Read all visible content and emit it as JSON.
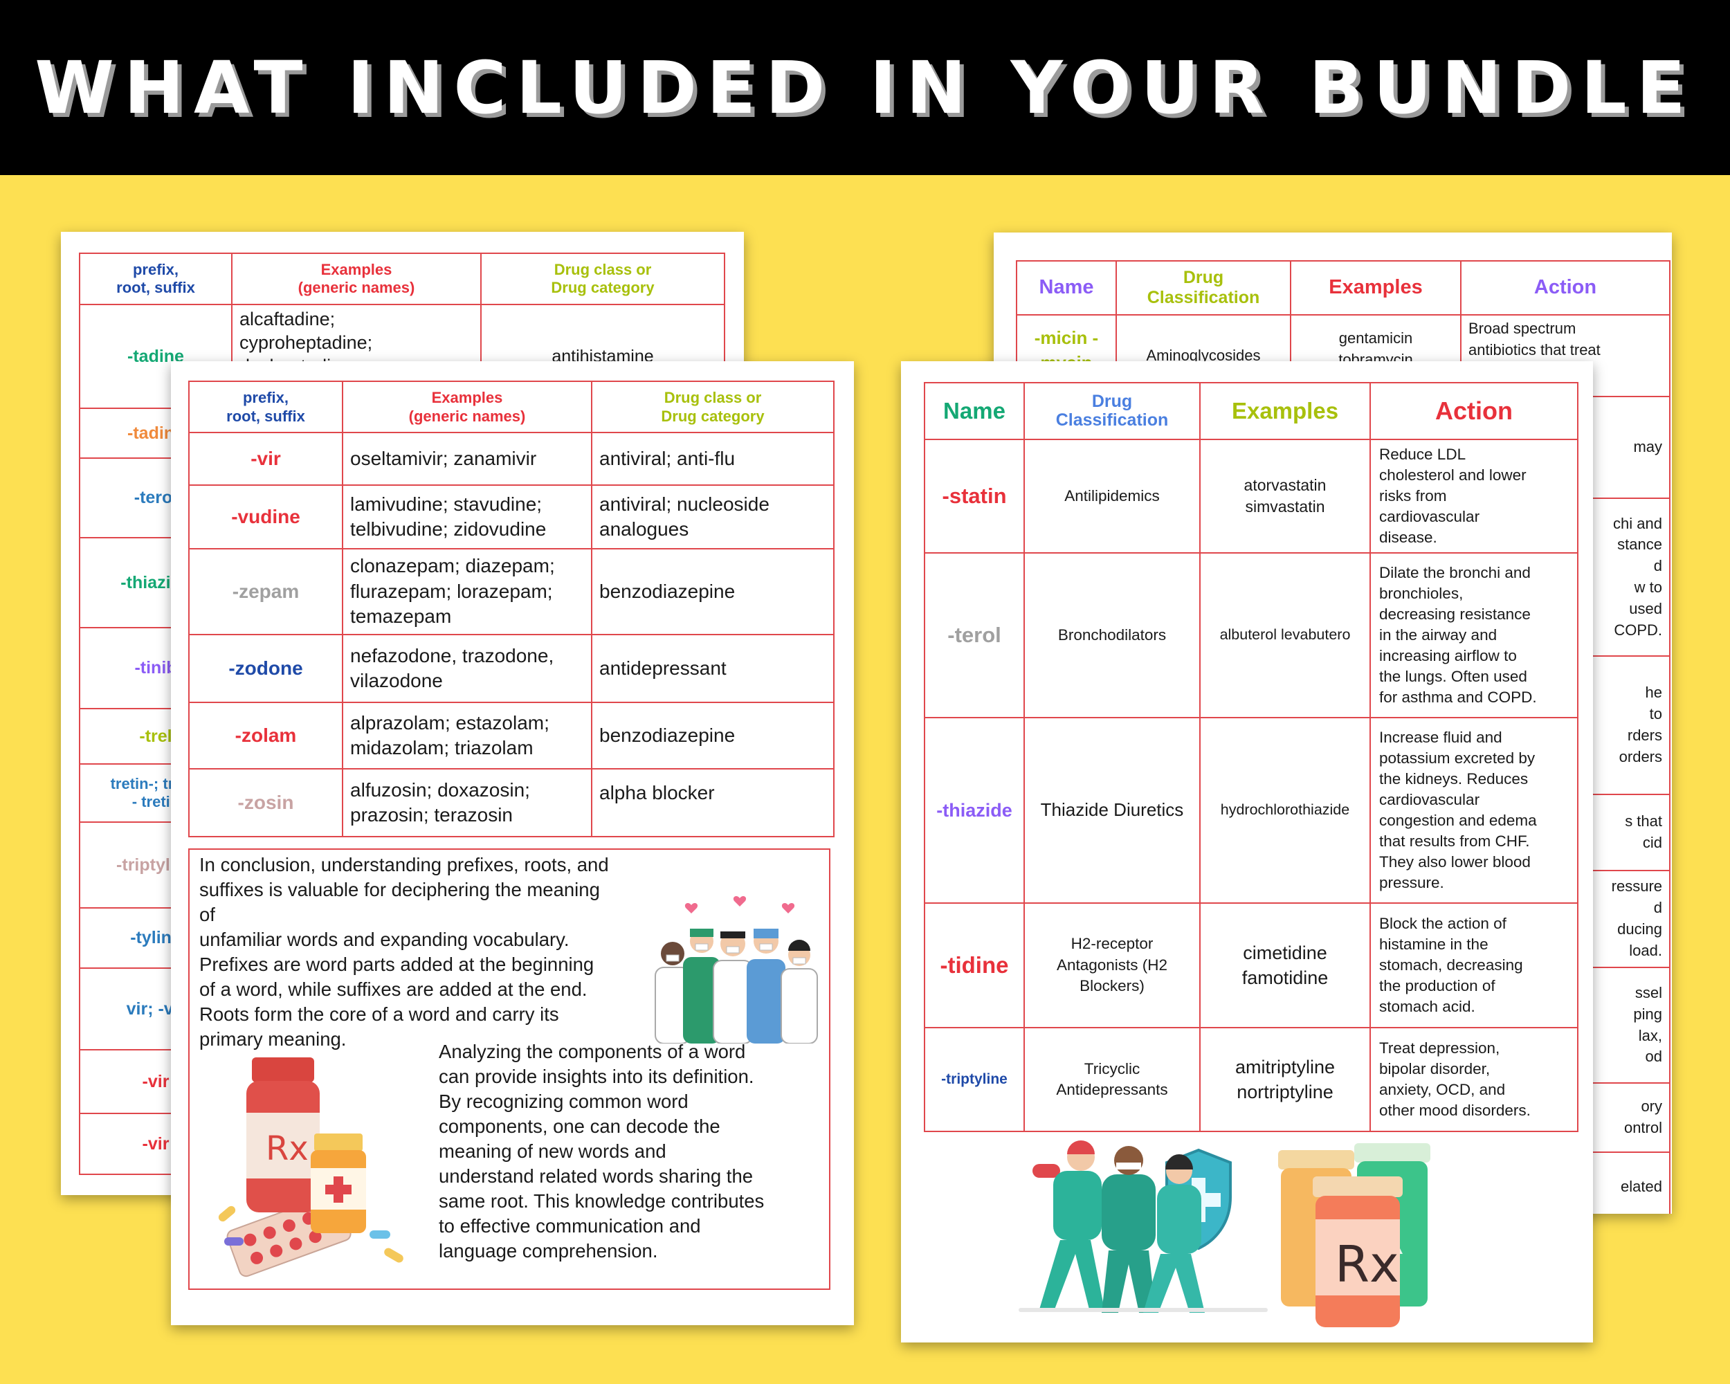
{
  "banner": {
    "title": "WHAT INCLUDED IN YOUR BUNDLE"
  },
  "colors": {
    "background": "#fde052",
    "banner": "#000000",
    "table_border": "#e0474c",
    "blue": "#1f4aa8",
    "red": "#e8313b",
    "green": "#14a874",
    "lime": "#a8c00c",
    "purple": "#8b5cf6",
    "gray": "#a0a0a0",
    "orange": "#f08a3c",
    "pink": "#c8a3a3"
  },
  "page1": {
    "headers": [
      "prefix,\nroot, suffix",
      "Examples\n(generic names)",
      "Drug class or\nDrug category"
    ],
    "rows": [
      {
        "suffix": "-tadine",
        "examples": "alcaftadine;\ncyproheptadine;\ndesloratadine;",
        "class": "antihistamine"
      },
      {
        "suffix": "-tadine",
        "examples": "",
        "class": ""
      },
      {
        "suffix": "-terol",
        "examples": "",
        "class": ""
      },
      {
        "suffix": "-thiazide",
        "examples": "",
        "class": ""
      },
      {
        "suffix": "-tinib",
        "examples": "",
        "class": ""
      },
      {
        "suffix": "-trel",
        "examples": "",
        "class": ""
      },
      {
        "suffix": "tretin-; tretin\n- tretin",
        "examples": "",
        "class": ""
      },
      {
        "suffix": "-triptyline",
        "examples": "",
        "class": ""
      },
      {
        "suffix": "-tyline",
        "examples": "",
        "class": ""
      },
      {
        "suffix": "vir; -vir",
        "examples": "",
        "class": ""
      },
      {
        "suffix": "-vir",
        "examples": "",
        "class": ""
      },
      {
        "suffix": "-vir",
        "examples": "",
        "class": ""
      }
    ]
  },
  "page2": {
    "headers": [
      "prefix,\nroot, suffix",
      "Examples\n(generic names)",
      "Drug class or\nDrug category"
    ],
    "rows": [
      {
        "suffix": "-vir",
        "examples": "oseltamivir; zanamivir",
        "class": "antiviral; anti-flu"
      },
      {
        "suffix": "-vudine",
        "examples": "lamivudine; stavudine;\ntelbivudine; zidovudine",
        "class": "antiviral; nucleoside\nanalogues"
      },
      {
        "suffix": "-zepam",
        "examples": "clonazepam; diazepam;\nflurazepam; lorazepam;\ntemazepam",
        "class": "benzodiazepine"
      },
      {
        "suffix": "-zodone",
        "examples": "nefazodone, trazodone,\nvilazodone",
        "class": "antidepressant"
      },
      {
        "suffix": "-zolam",
        "examples": "alprazolam; estazolam;\nmidazolam; triazolam",
        "class": "benzodiazepine"
      },
      {
        "suffix": "-zosin",
        "examples": "alfuzosin; doxazosin;\nprazosin; terazosin",
        "class": "alpha blocker"
      }
    ],
    "conclusion_1": "In conclusion, understanding prefixes, roots, and\nsuffixes is valuable for deciphering the meaning\nof\nunfamiliar words and expanding vocabulary.\n Prefixes are word parts added at the beginning\nof a word, while suffixes are added at the end.\nRoots form the core of a word and carry its\nprimary meaning.",
    "conclusion_2": " Analyzing the components of a word\ncan provide insights into its definition.\nBy recognizing common word\ncomponents, one can decode the\nmeaning of new words and\nunderstand related words sharing the\nsame root. This knowledge contributes\nto effective communication and\nlanguage comprehension.",
    "bottle_label": "Rx"
  },
  "page3": {
    "headers": [
      "Name",
      "Drug\nClassification",
      "Examples",
      "Action"
    ],
    "rows": [
      {
        "name": "-micin -\nmycin",
        "class": "Aminoglycosides",
        "examples": "gentamicin\ntobramycin",
        "action": "Broad spectrum\nantibiotics that treat\ninfections."
      },
      {
        "name": "",
        "class": "",
        "examples": "",
        "action": "may"
      },
      {
        "name": "",
        "class": "",
        "examples": "",
        "action": "chi and\nstance\nd\nw to\nused\nCOPD."
      },
      {
        "name": "",
        "class": "",
        "examples": "",
        "action": "he\nto\nrders\norders"
      },
      {
        "name": "",
        "class": "",
        "examples": "",
        "action": "s that\ncid"
      },
      {
        "name": "",
        "class": "",
        "examples": "",
        "action": "ressure\nd\nducing\nload."
      },
      {
        "name": "",
        "class": "",
        "examples": "",
        "action": "ssel\nping\nlax,\nod"
      },
      {
        "name": "",
        "class": "",
        "examples": "",
        "action": "ory\nontrol"
      },
      {
        "name": "",
        "class": "",
        "examples": "",
        "action": "elated"
      }
    ]
  },
  "page4": {
    "headers": [
      "Name",
      "Drug\nClassification",
      "Examples",
      "Action"
    ],
    "rows": [
      {
        "name": "-statin",
        "class": "Antilipidemics",
        "examples": "atorvastatin\nsimvastatin",
        "action": "Reduce LDL\ncholesterol and lower\nrisks from\ncardiovascular\ndisease."
      },
      {
        "name": "-terol",
        "class": "Bronchodilators",
        "examples": "albuterol levabutero",
        "action": "Dilate the bronchi and\nbronchioles,\ndecreasing resistance\nin the airway and\nincreasing airflow to\nthe lungs. Often used\nfor asthma and COPD."
      },
      {
        "name": "-thiazide",
        "class": "Thiazide Diuretics",
        "examples": "hydrochlorothiazide",
        "action": "Increase fluid and\npotassium excreted by\nthe kidneys. Reduces\ncardiovascular\ncongestion and edema\nthat results from CHF.\nThey also lower blood\npressure."
      },
      {
        "name": "-tidine",
        "class": "H2-receptor\nAntagonists (H2\nBlockers)",
        "examples": "cimetidine\nfamotidine",
        "action": "Block the action of\nhistamine in the\nstomach, decreasing\nthe production of\nstomach acid."
      },
      {
        "name": "-triptyline",
        "class": "Tricyclic\nAntidepressants",
        "examples": "amitriptyline\nnortriptyline",
        "action": "Treat depression,\nbipolar disorder,\nanxiety, OCD, and\nother mood disorders."
      }
    ],
    "bottle_label": "Rx"
  }
}
